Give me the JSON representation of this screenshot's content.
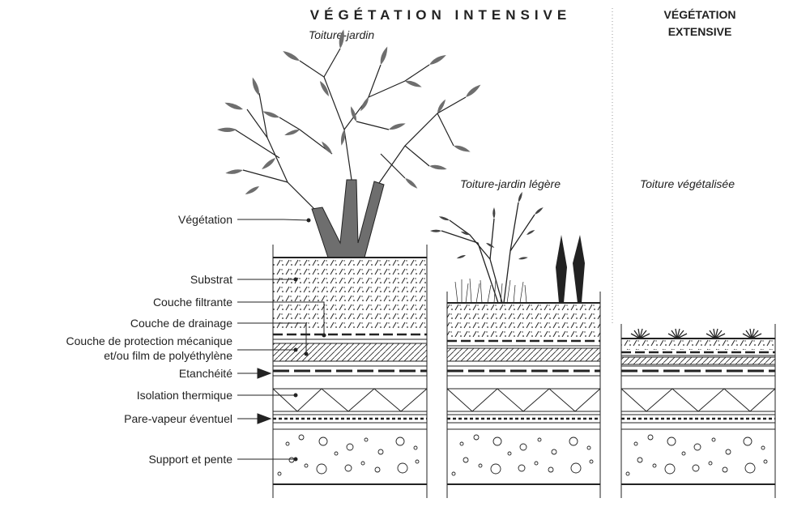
{
  "headings": {
    "intensive": "VÉGÉTATION  INTENSIVE",
    "extensive_line1": "VÉGÉTATION",
    "extensive_line2": "EXTENSIVE"
  },
  "subtitles": {
    "garden": "Toiture-jardin",
    "light_garden": "Toiture-jardin légère",
    "green_roof": "Toiture végétalisée"
  },
  "layers": [
    "Végétation",
    "Substrat",
    "Couche filtrante",
    "Couche de drainage",
    "Couche de protection mécanique",
    "et/ou film de polyéthylène",
    "Etanchéité",
    "Isolation thermique",
    "Pare-vapeur éventuel",
    "Support et pente"
  ],
  "colors": {
    "ink": "#222222",
    "foliage": "#6e6e6e",
    "divider": "#999999"
  }
}
